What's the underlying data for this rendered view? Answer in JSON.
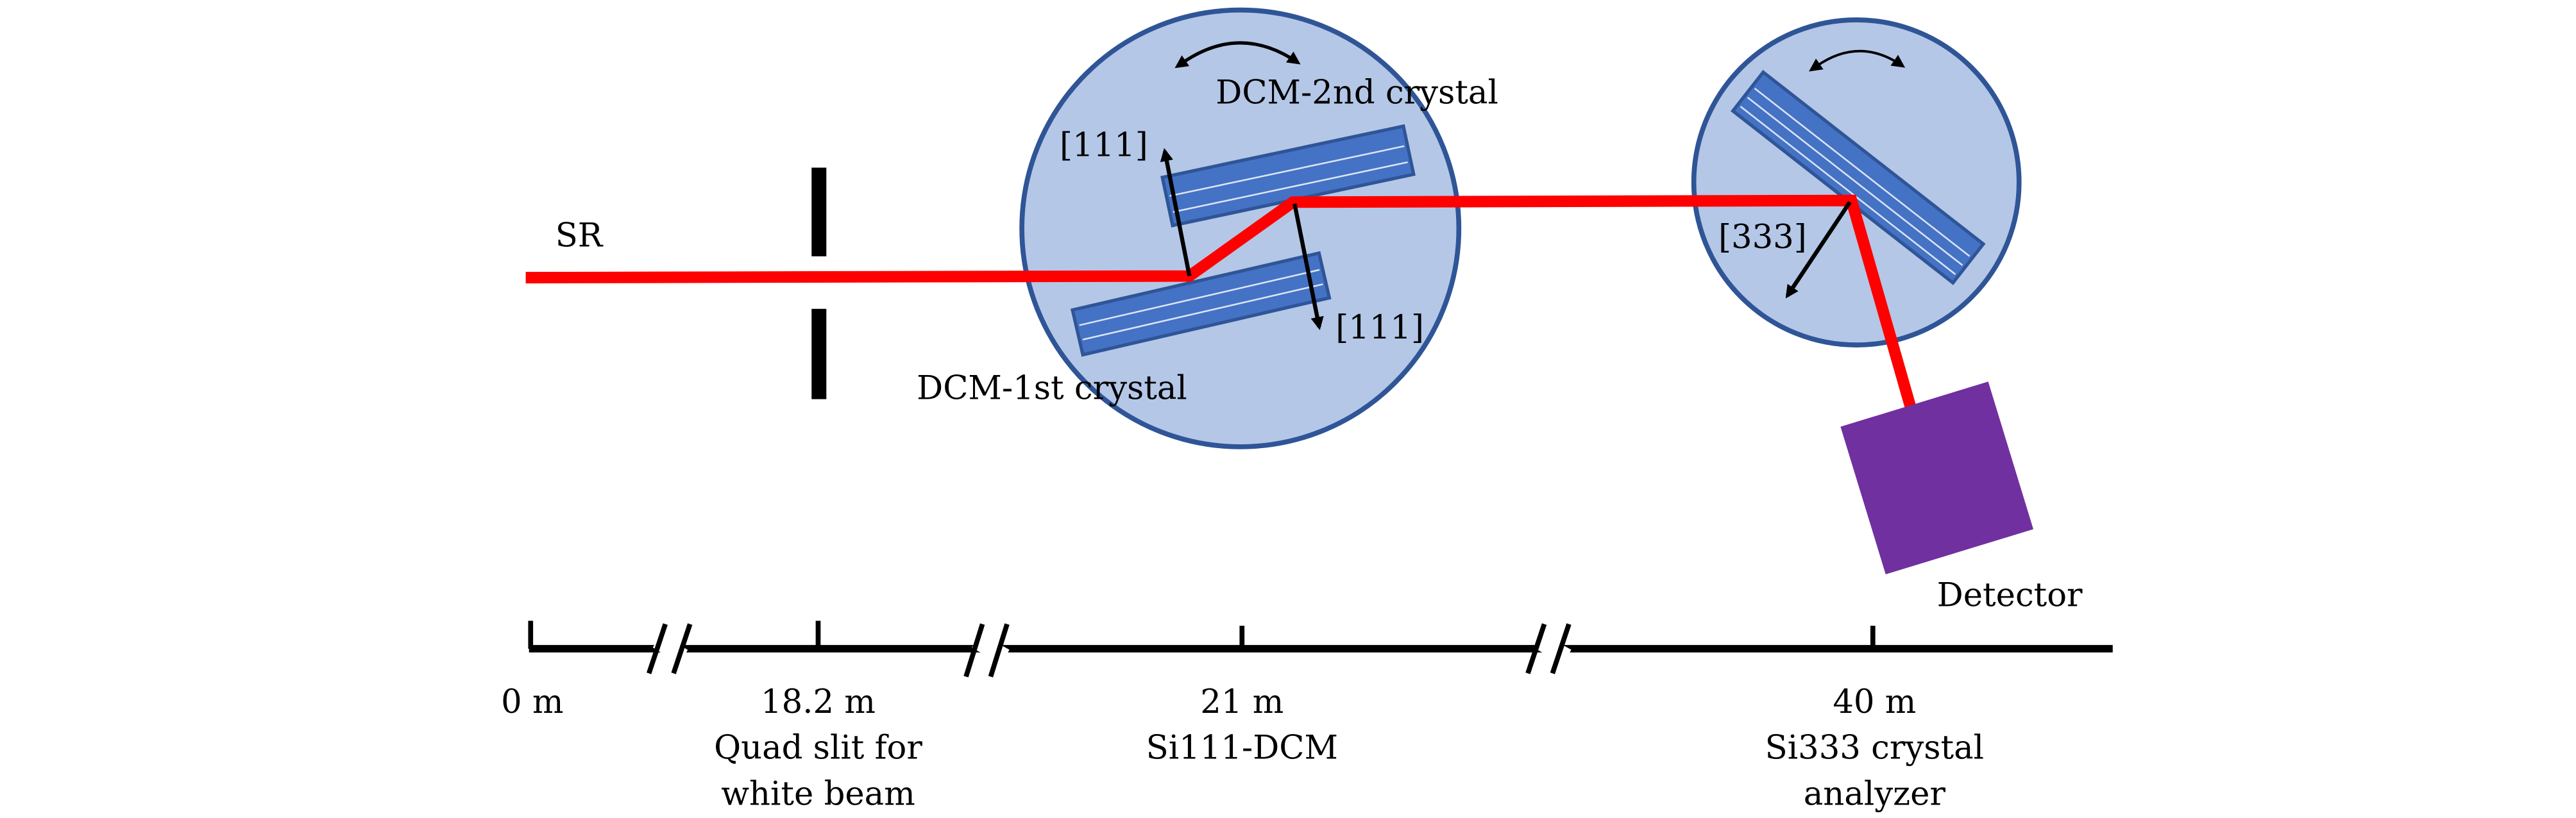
{
  "labels": {
    "sr": "SR",
    "dcm_2nd": "DCM-2nd crystal",
    "dcm_1st": "DCM-1st crystal",
    "miller_up": "[111]",
    "miller_down": "[111]",
    "miller_analyzer": "[333]",
    "detector": "Detector"
  },
  "scale": [
    {
      "distance": "0 m",
      "desc1": "",
      "desc2": ""
    },
    {
      "distance": "18.2 m",
      "desc1": "Quad slit for",
      "desc2": "white beam"
    },
    {
      "distance": "21 m",
      "desc1": "Si111-DCM",
      "desc2": ""
    },
    {
      "distance": "40 m",
      "desc1": "Si333 crystal",
      "desc2": "analyzer"
    }
  ],
  "colors": {
    "beam": "#ff0000",
    "stage_fill": "#b4c7e7",
    "stage_stroke": "#2f5597",
    "crystal": "#4472c4",
    "detector": "#7030a0"
  }
}
